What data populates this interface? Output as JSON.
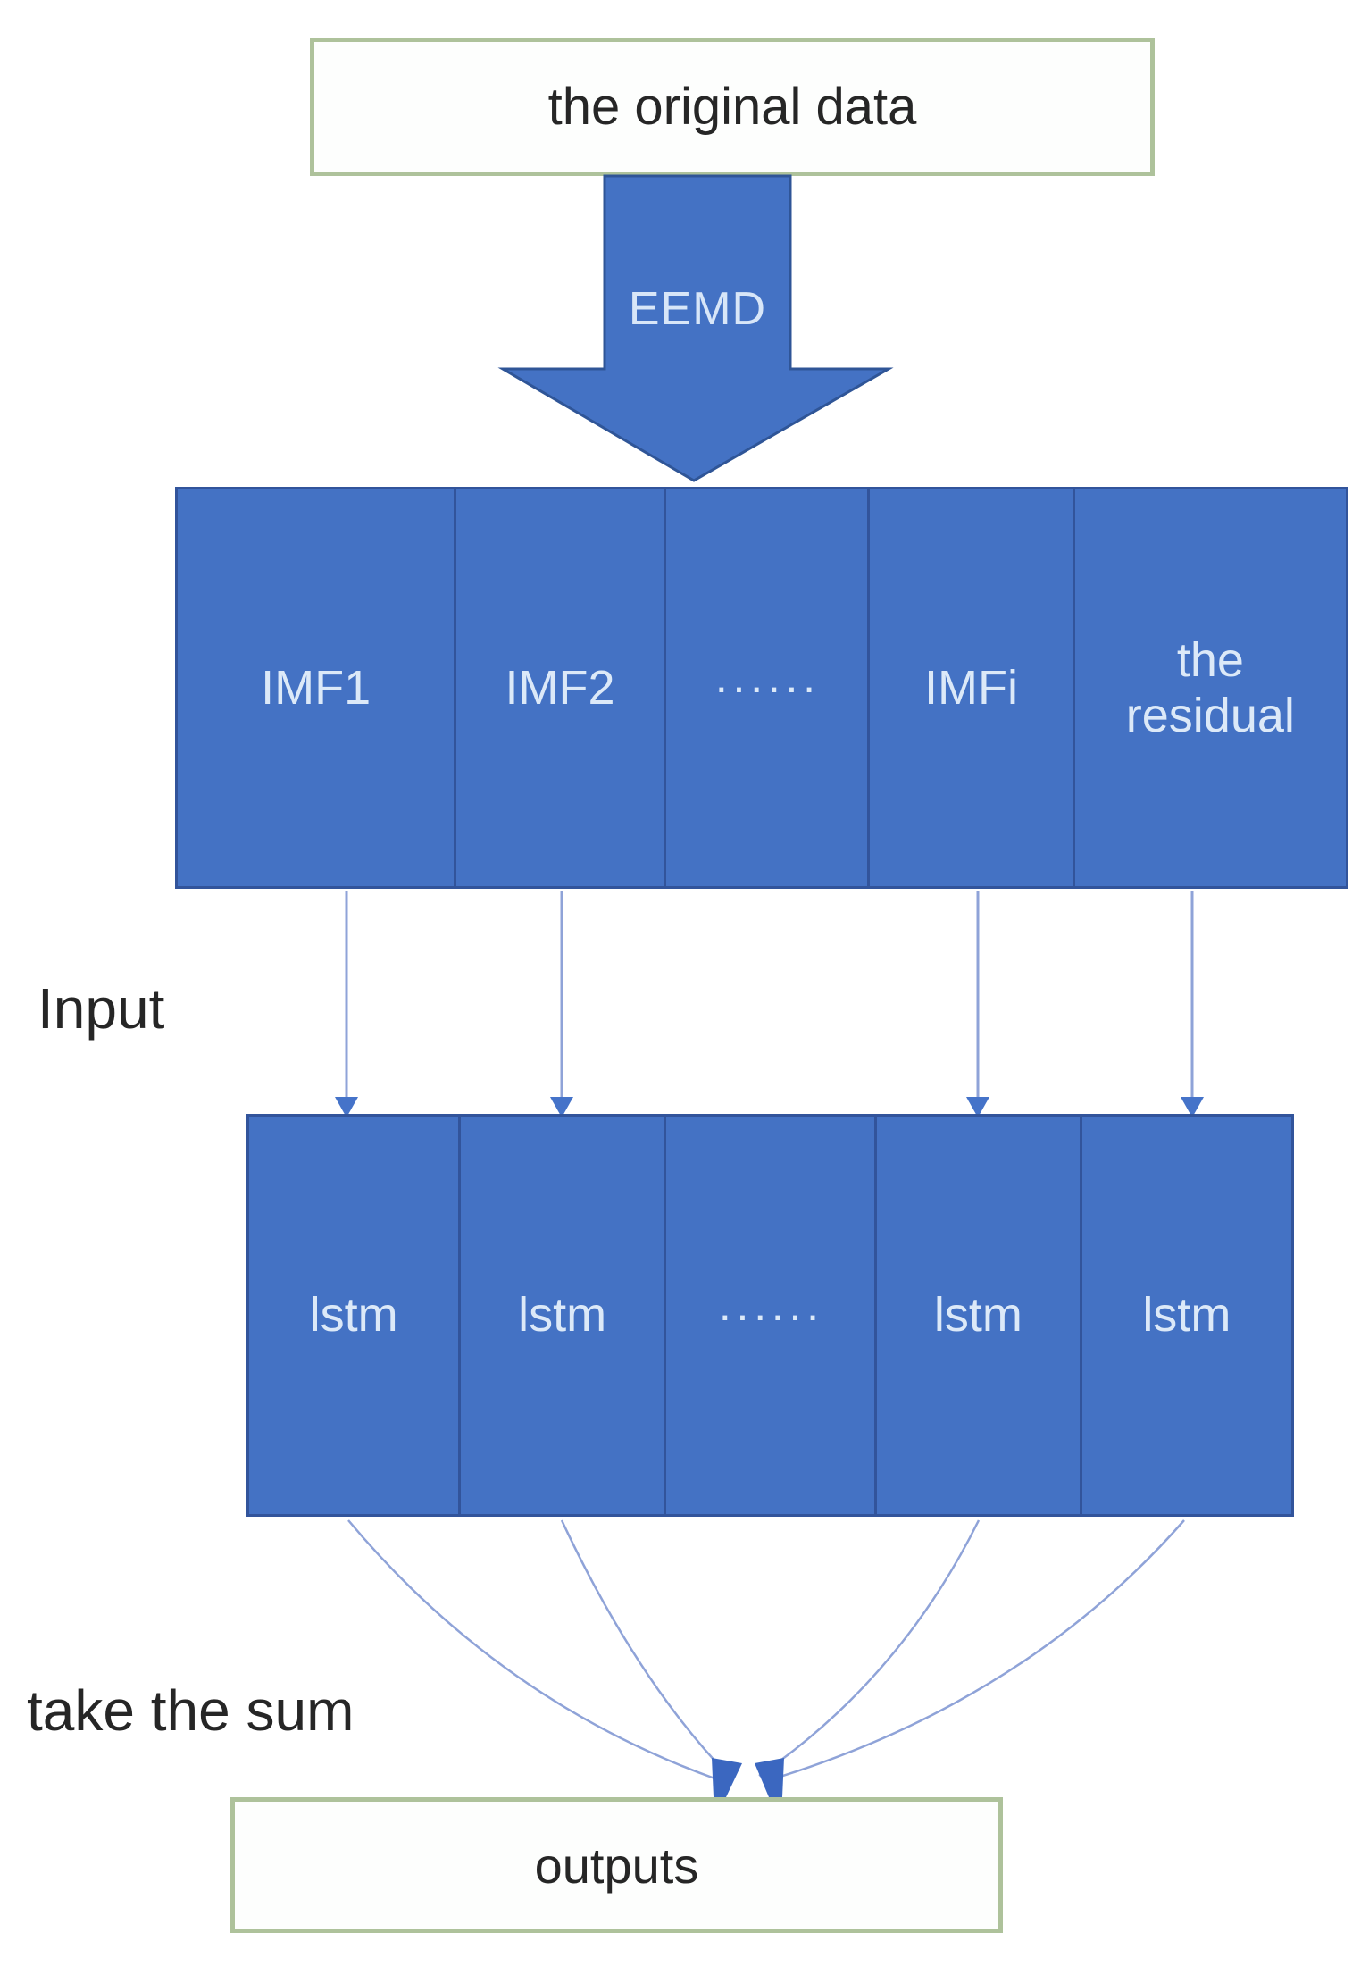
{
  "diagram": {
    "top_box": {
      "label": "the original data"
    },
    "eemd_arrow": {
      "label": "EEMD"
    },
    "imf_row": {
      "cells": [
        {
          "label": "IMF1"
        },
        {
          "label": "IMF2"
        },
        {
          "label": "······"
        },
        {
          "label": "IMFi"
        },
        {
          "label": "the residual"
        }
      ]
    },
    "input_label": "Input",
    "lstm_row": {
      "cells": [
        {
          "label": "lstm"
        },
        {
          "label": "lstm"
        },
        {
          "label": "······"
        },
        {
          "label": "lstm"
        },
        {
          "label": "lstm"
        }
      ]
    },
    "sum_label": "take the sum",
    "output_box": {
      "label": "outputs"
    },
    "colors": {
      "box_blue": "#4472C4",
      "box_blue_border": "#32549B",
      "light_line": "#8FA3D8",
      "arrowhead_blue": "#4573C9",
      "green_border": "#AEC29B",
      "ink": "#262626",
      "cell_text": "#DCE9F8"
    }
  }
}
